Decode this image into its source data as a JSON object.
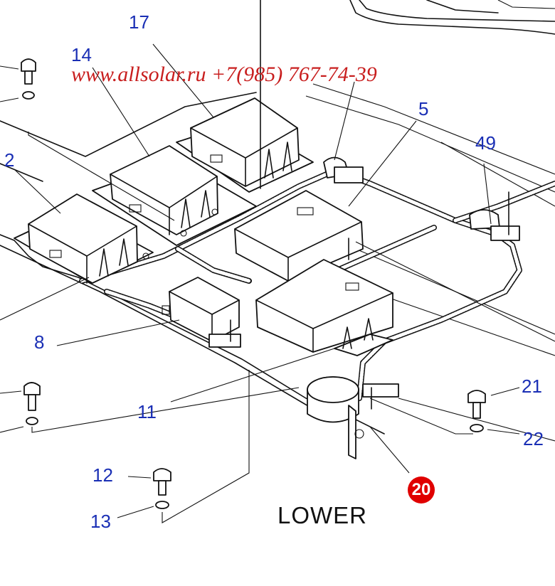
{
  "watermark": "www.allsolar.ru +7(985) 767-74-39",
  "caption": "LOWER",
  "colors": {
    "callout": "#1a2fb5",
    "highlight": "#e00000",
    "watermark": "#c81e1e",
    "line": "#111111"
  },
  "callouts": {
    "c17": "17",
    "c14": "14",
    "c5": "5",
    "c49": "49",
    "c2": "2",
    "c8": "8",
    "c11": "11",
    "c21": "21",
    "c22": "22",
    "c12": "12",
    "c13": "13",
    "c20": "20"
  }
}
